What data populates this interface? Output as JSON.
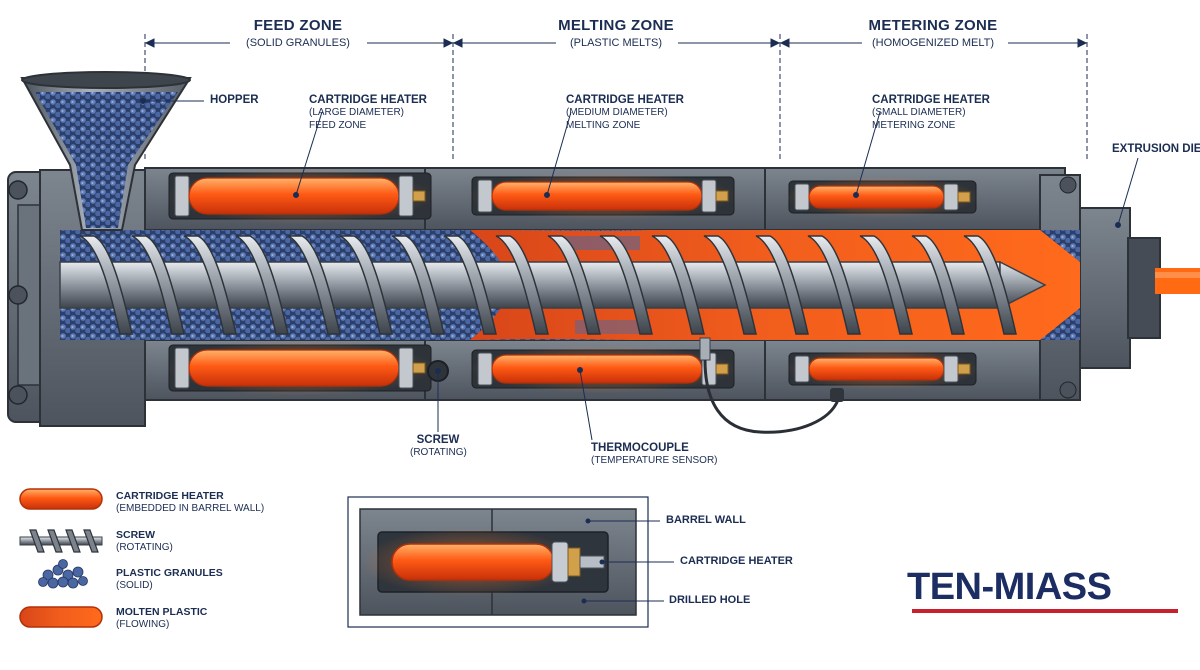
{
  "zones": [
    {
      "title": "FEED ZONE",
      "subtitle": "(SOLID GRANULES)"
    },
    {
      "title": "MELTING ZONE",
      "subtitle": "(PLASTIC MELTS)"
    },
    {
      "title": "METERING ZONE",
      "subtitle": "(HOMOGENIZED MELT)"
    }
  ],
  "labels": {
    "hopper": "HOPPER",
    "heater_feed": {
      "title": "CARTRIDGE HEATER",
      "line1": "(LARGE DIAMETER)",
      "line2": "FEED ZONE"
    },
    "heater_melt": {
      "title": "CARTRIDGE HEATER",
      "line1": "(MEDIUM DIAMETER)",
      "line2": "MELTING ZONE"
    },
    "heater_meter": {
      "title": "CARTRIDGE HEATER",
      "line1": "(SMALL DIAMETER)",
      "line2": "METERING ZONE"
    },
    "die": "EXTRUSION DIE",
    "screw": {
      "title": "SCREW",
      "sub": "(ROTATING)"
    },
    "thermocouple": {
      "title": "THERMOCOUPLE",
      "sub": "(TEMPERATURE SENSOR)"
    }
  },
  "legend": [
    {
      "title": "CARTRIDGE HEATER",
      "sub": "(EMBEDDED IN BARREL WALL)",
      "icon": "heater"
    },
    {
      "title": "SCREW",
      "sub": "(ROTATING)",
      "icon": "screw"
    },
    {
      "title": "PLASTIC GRANULES",
      "sub": "(SOLID)",
      "icon": "granules"
    },
    {
      "title": "MOLTEN PLASTIC",
      "sub": "(FLOWING)",
      "icon": "molten"
    }
  ],
  "detail": {
    "barrel_wall": "BARREL WALL",
    "heater": "CARTRIDGE HEATER",
    "hole": "DRILLED HOLE"
  },
  "brand": "TEN-MIASS",
  "colors": {
    "navy": "#1b2d52",
    "heater": "#ff5a1a",
    "molten": "#f05a1e",
    "granule": "#4a6aa5",
    "steel": "#5c6470",
    "brand_red": "#c8202c"
  }
}
